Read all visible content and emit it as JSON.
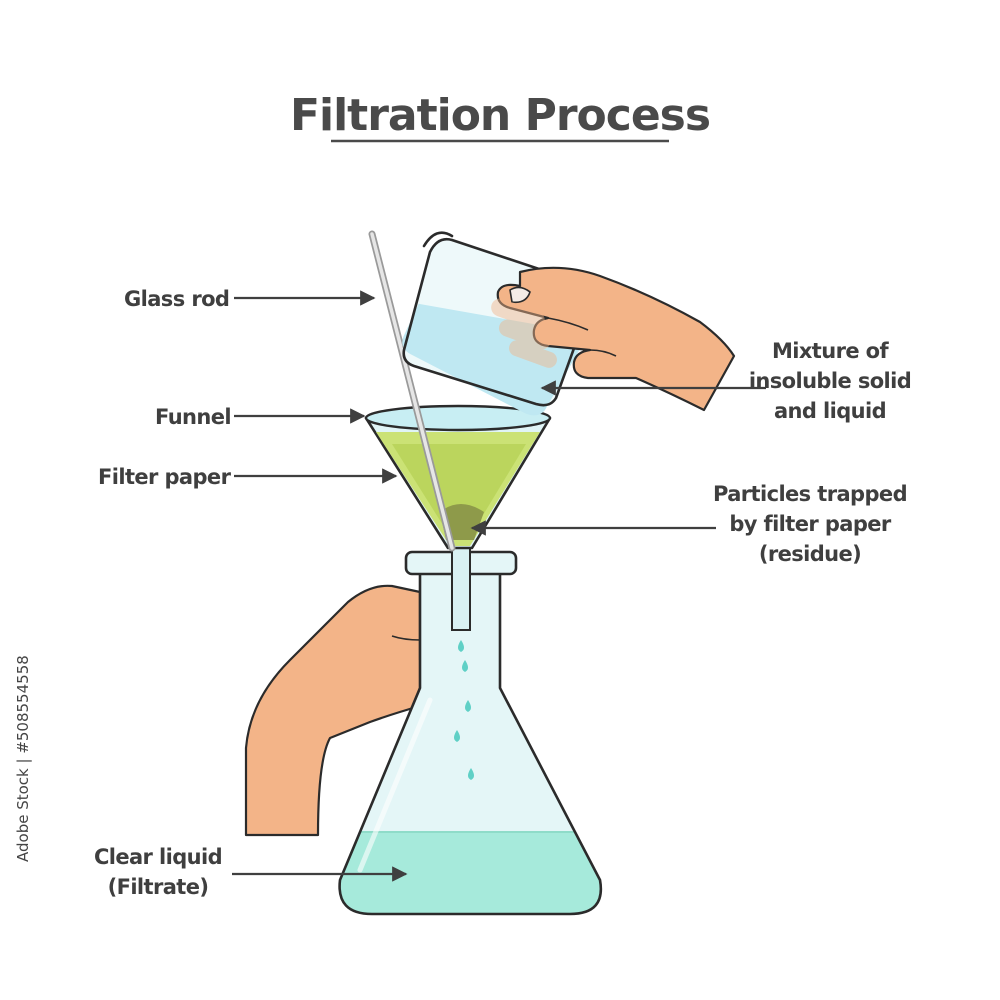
{
  "title": "Filtration Process",
  "labels": {
    "glass_rod": "Glass rod",
    "funnel": "Funnel",
    "filter_paper": "Filter paper",
    "mixture_line1": "Mixture of",
    "mixture_line2": "insoluble solid",
    "mixture_line3": "and liquid",
    "particles_line1": "Particles trapped",
    "particles_line2": "by filter paper",
    "particles_line3": "(residue)",
    "filtrate_line1": "Clear liquid",
    "filtrate_line2": "(Filtrate)"
  },
  "side_credit": "Adobe Stock | #508554558",
  "colors": {
    "text": "#3f3f3f",
    "outline": "#2b2b2b",
    "glass": "#d9f1f3",
    "mixture_liquid": "#bfe8f2",
    "filter_paper": "#c9e06e",
    "residue": "#8e9a4a",
    "filtrate": "#a6eadb",
    "skin": "#f3b488",
    "drops": "#5fd0c6"
  }
}
